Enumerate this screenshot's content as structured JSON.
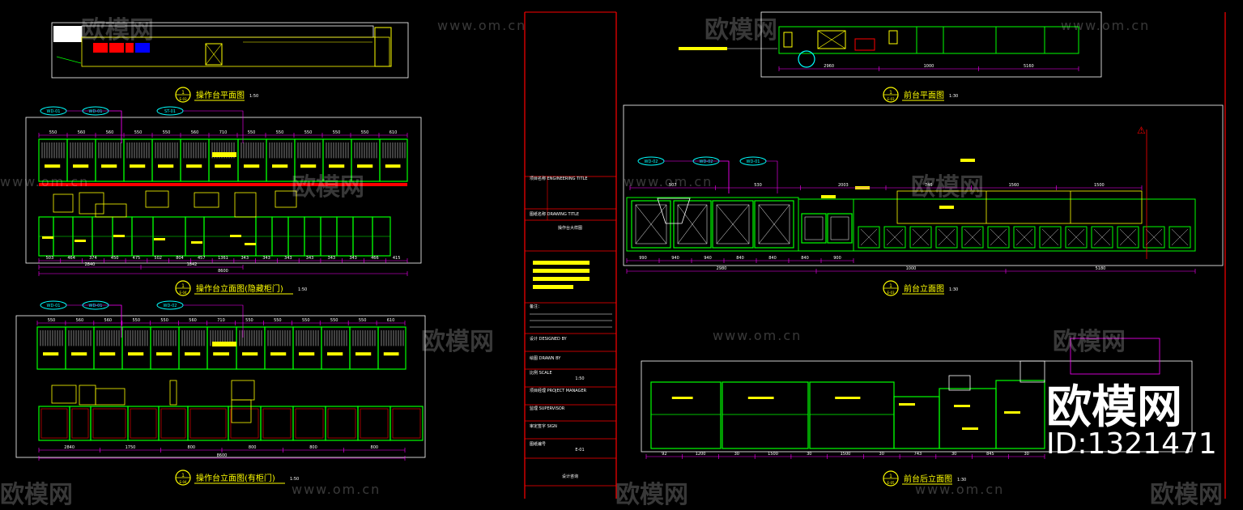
{
  "titles": {
    "op_plan": "操作台平面图",
    "op_elev_a": "操作台立面图(隐藏柜门)",
    "op_elev_b": "操作台立面图(有柜门)",
    "front_plan": "前台平面图",
    "front_elev": "前台立面图",
    "front_back_elev": "前台后立面图"
  },
  "scales": {
    "s50": "1:50",
    "s30": "1:30"
  },
  "detail_marks": {
    "num": "1",
    "refs": [
      "E-03",
      "E-04",
      "E-04",
      "E-03",
      "E-03",
      "E-05"
    ]
  },
  "tags": {
    "a": [
      "WD-01",
      "WD-01",
      "ST-01"
    ],
    "b": [
      "WD-01",
      "WD-01",
      "WD-02"
    ],
    "c": [
      "WD-02",
      "WD-02",
      "WD-01"
    ]
  },
  "dims": {
    "op_top": [
      "550",
      "560",
      "560",
      "550",
      "550",
      "560",
      "710",
      "550",
      "550",
      "550",
      "550",
      "550",
      "610"
    ],
    "op_bottom": [
      "503",
      "464",
      "374",
      "450",
      "475",
      "502",
      "804",
      "457",
      "1361",
      "343",
      "343",
      "343",
      "343",
      "343",
      "343",
      "466",
      "415"
    ],
    "op_subtotals": [
      "2840",
      "1842"
    ],
    "op_total": "8600",
    "opb_bottom": [
      "2840",
      "1750",
      "800",
      "800",
      "800",
      "800"
    ],
    "opb_total": "8600",
    "fp_bottom": [
      "2960",
      "1000",
      "5160"
    ],
    "fe_row1": [
      "507",
      "530",
      "2003",
      "746",
      "1560",
      "1500"
    ],
    "fe_row2": [
      "990",
      "940",
      "940",
      "840",
      "840",
      "840",
      "900"
    ],
    "fe_row3": [
      "2980",
      "1000",
      "5180"
    ],
    "fb_bottom": [
      "92",
      "1200",
      "30",
      "1500",
      "30",
      "1500",
      "30",
      "743",
      "30",
      "845",
      "30"
    ]
  },
  "title_block": {
    "rows": [
      "项目名称 ENGINEERING TITLE",
      "图纸名称 DRAWING TITLE",
      "操作台大样图",
      "备注：",
      "设计 DESIGNED BY",
      "绘图 DRAWN BY",
      "比例 SCALE",
      "项目经理 PROJECT MANAGER",
      "监理 SUPERVISOR",
      "审定签字 SIGN",
      "图纸编号",
      "设计咨询"
    ],
    "scale_value": "1:50",
    "drawing_no": "E-01"
  },
  "watermarks": {
    "logo": "欧模网",
    "url": "www.om.cn",
    "big_logo": "欧模网",
    "id": "ID:1321471"
  },
  "colors": {
    "cabinet": "#00ff00",
    "dimension": "#ff00ff",
    "frame": "#ff0000",
    "label": "#ffff00",
    "outline": "#ffffff",
    "tag": "#00ffff"
  }
}
